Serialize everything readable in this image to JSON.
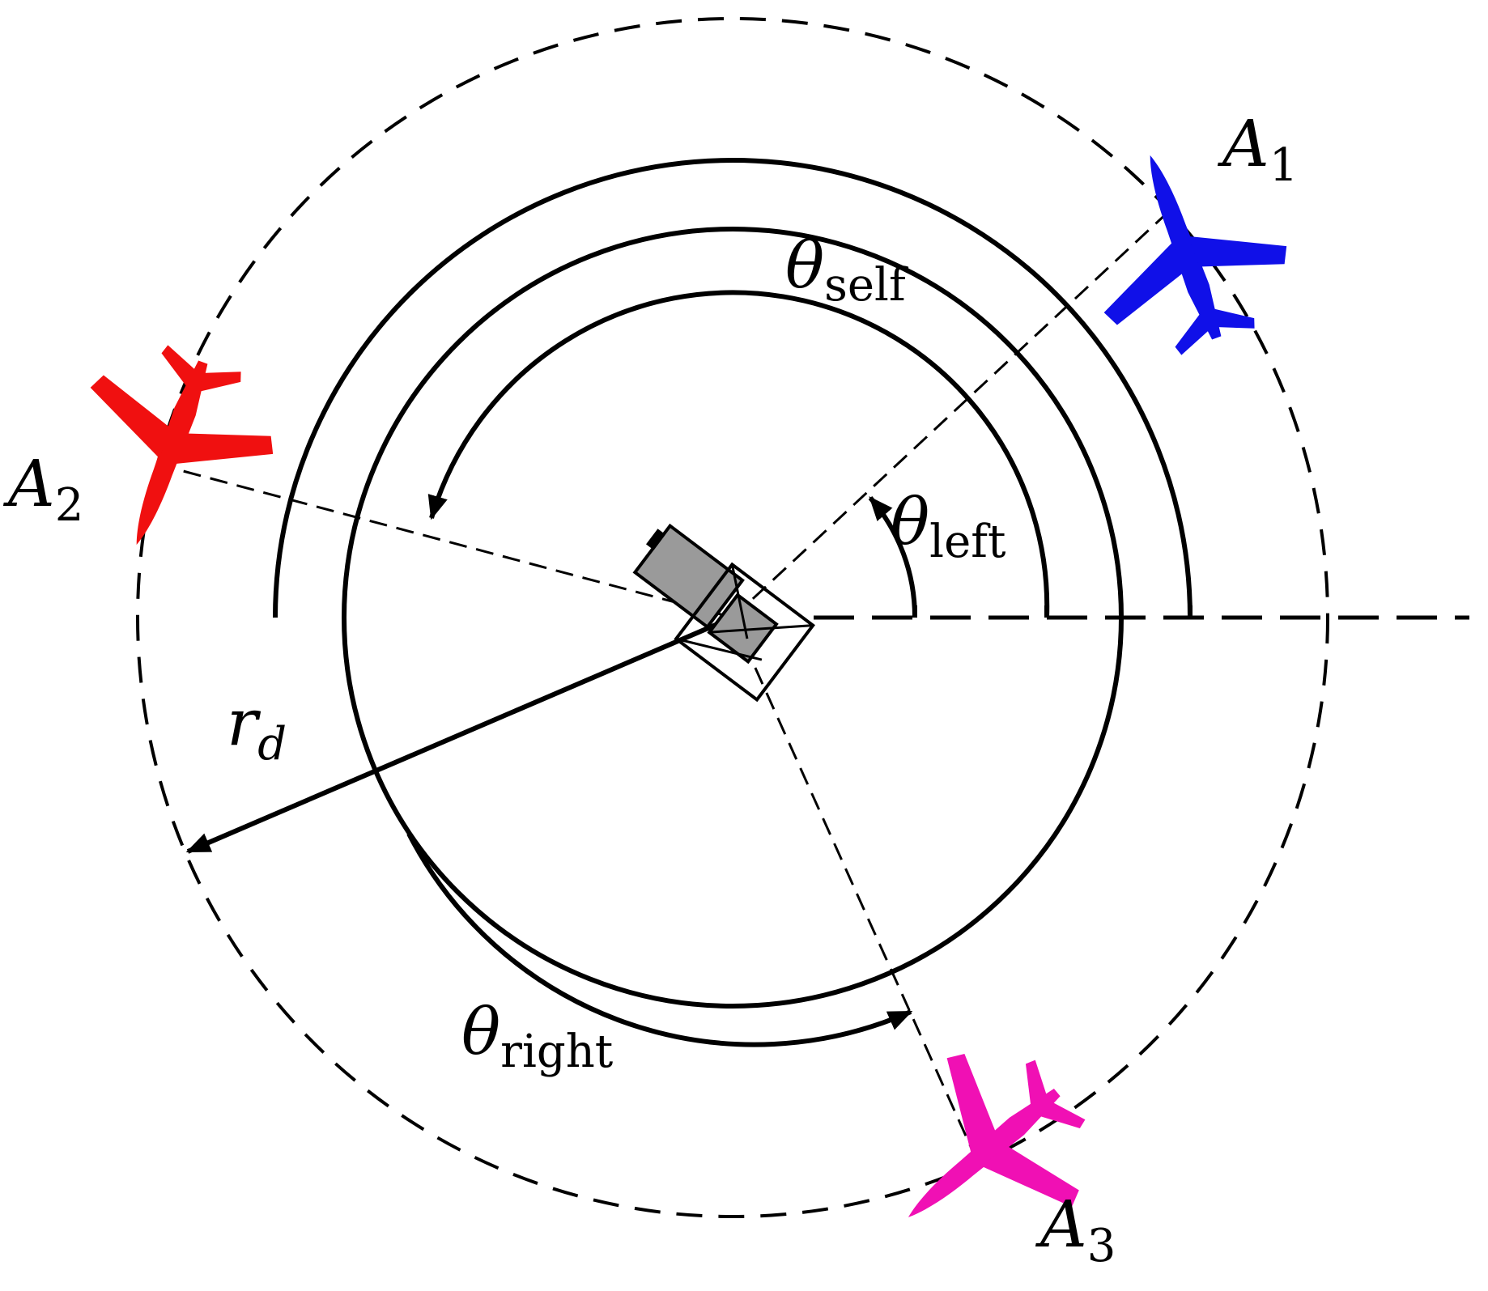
{
  "labels": {
    "a1_main": "A",
    "a1_sub": "1",
    "a2_main": "A",
    "a2_sub": "2",
    "a3_main": "A",
    "a3_sub": "3",
    "theta_self_main": "θ",
    "theta_self_sub": "self",
    "theta_left_main": "θ",
    "theta_left_sub": "left",
    "theta_right_main": "θ",
    "theta_right_sub": "right",
    "radius_main": "r",
    "radius_sub": "d"
  },
  "colors": {
    "aircraft_a1": "#1010e8",
    "aircraft_a2": "#f01010",
    "aircraft_a3": "#f010b4",
    "lines": "#000000"
  }
}
